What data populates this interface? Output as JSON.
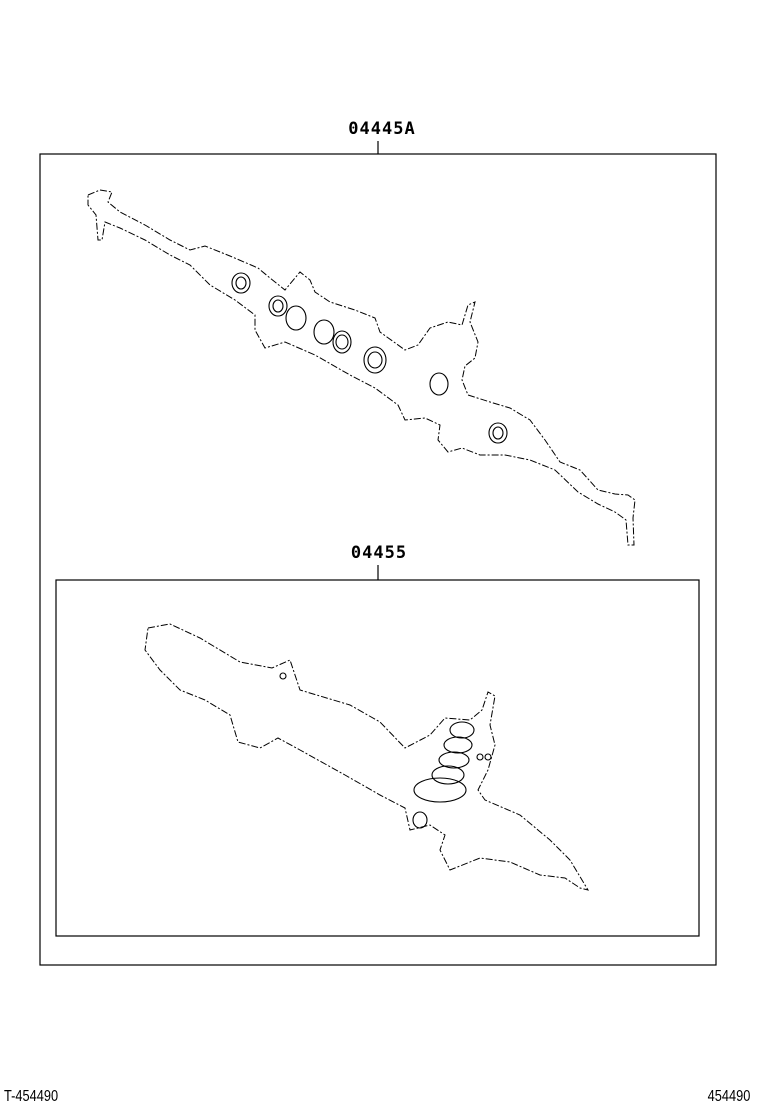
{
  "diagram": {
    "outer_kit": {
      "part_number": "04445A"
    },
    "inner_kit": {
      "part_number": "04455"
    }
  },
  "footer": {
    "left_code": "T-454490",
    "right_code": "454490"
  }
}
